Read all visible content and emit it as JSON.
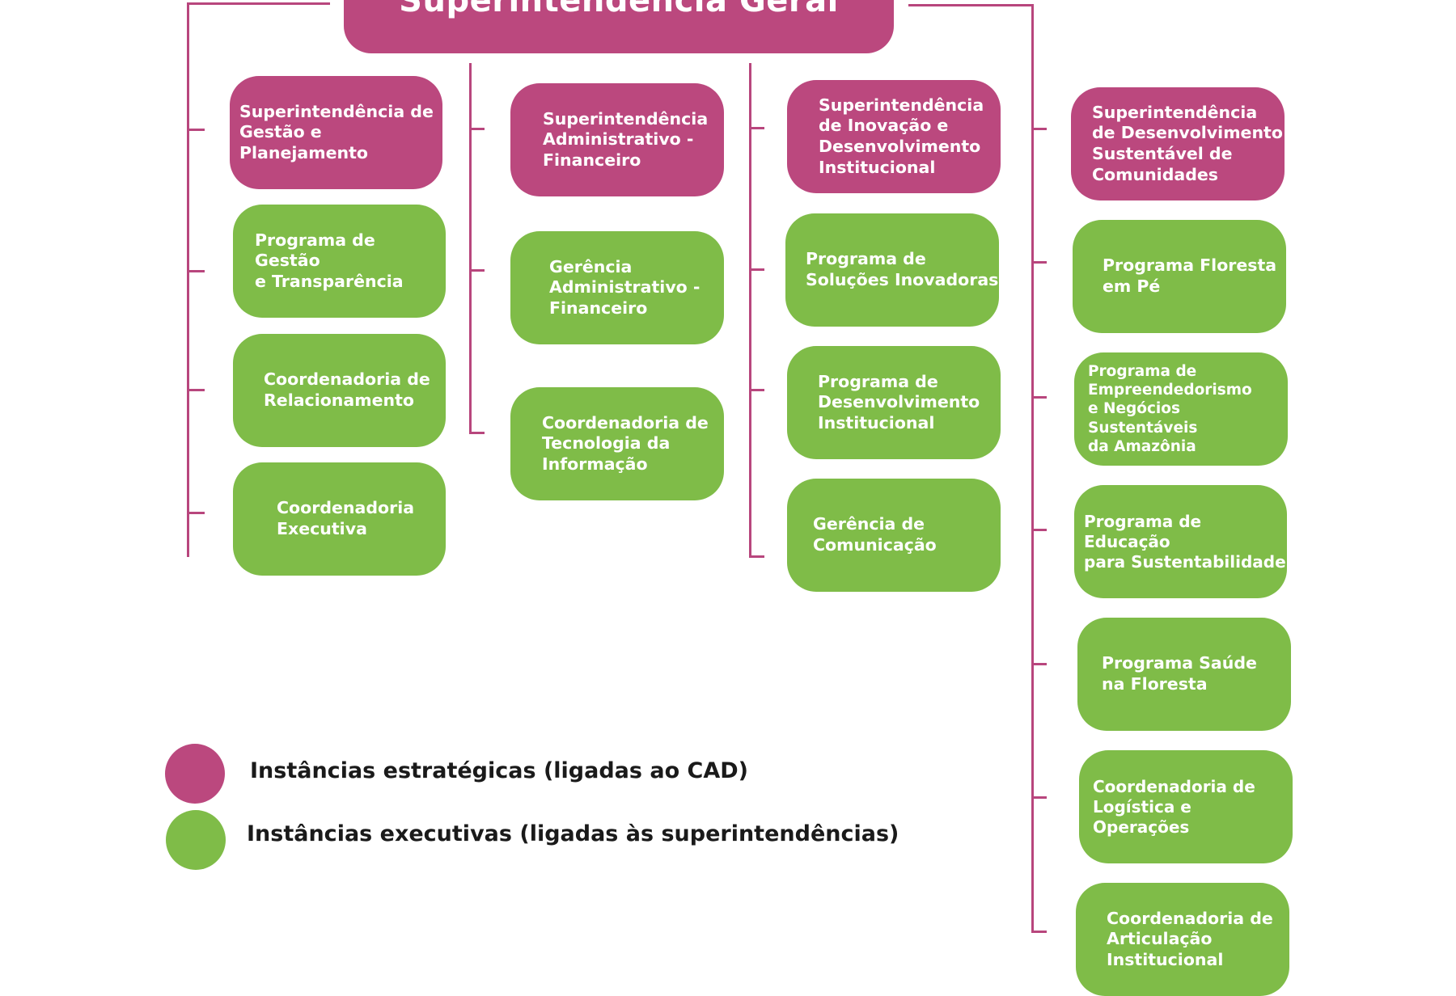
{
  "title": "Superintendência Geral",
  "colors": {
    "strategic": "#bb487e",
    "executive": "#7fbc48",
    "connector": "#b8467d"
  },
  "columns": [
    {
      "superintendence": "Superintendência de\nGestão e Planejamento",
      "units": [
        "Programa de Gestão\ne Transparência",
        "Coordenadoria de\nRelacionamento",
        "Coordenadoria\nExecutiva"
      ]
    },
    {
      "superintendence": "Superintendência\nAdministrativo -\nFinanceiro",
      "units": [
        "Gerência\nAdministrativo -\nFinanceiro",
        "Coordenadoria de\nTecnologia da\nInformação"
      ]
    },
    {
      "superintendence": "Superintendência\nde Inovação e\nDesenvolvimento\nInstitucional",
      "units": [
        "Programa de\nSoluções Inovadoras",
        "Programa de\nDesenvolvimento\nInstitucional",
        "Gerência de\nComunicação"
      ]
    },
    {
      "superintendence": "Superintendência\nde Desenvolvimento\nSustentável de\nComunidades",
      "units": [
        "Programa Floresta\nem Pé",
        "Programa de\nEmpreendedorismo\ne Negócios Sustentáveis\nda Amazônia",
        "Programa de Educação\npara Sustentabilidade",
        "Programa Saúde\nna Floresta",
        "Coordenadoria de\nLogística e Operações",
        "Coordenadoria de\nArticulação\nInstitucional"
      ]
    }
  ],
  "legend": [
    {
      "label": "Instâncias estratégicas (ligadas ao CAD)",
      "color": "#bb487e"
    },
    {
      "label": "Instâncias executivas (ligadas  às superintendências)",
      "color": "#7fbc48"
    }
  ]
}
